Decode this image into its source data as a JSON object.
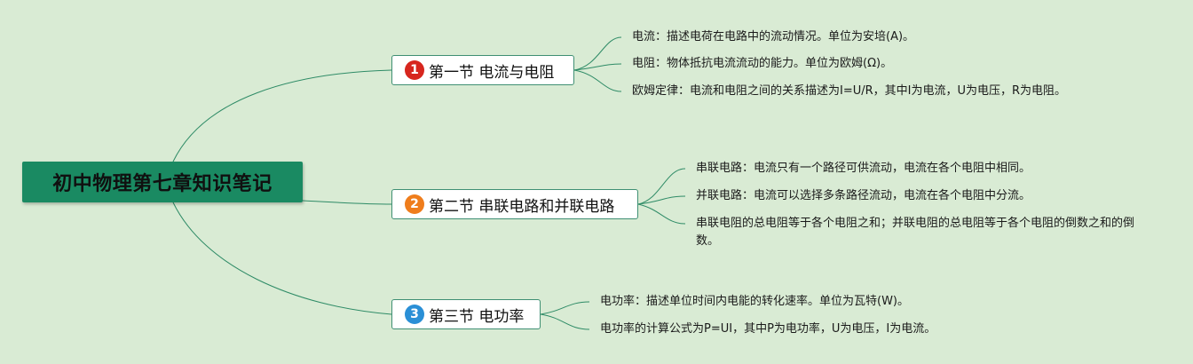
{
  "root": {
    "title": "初中物理第七章知识笔记"
  },
  "colors": {
    "background": "#d9ebd4",
    "root_fill": "#1a8a62",
    "connector": "#2e8b66",
    "badge_1": "#d7261e",
    "badge_2": "#ef7d1c",
    "badge_3": "#2a8fd6"
  },
  "sections": [
    {
      "number": "1",
      "title": "第一节 电流与电阻",
      "notes": [
        "电流：描述电荷在电路中的流动情况。单位为安培(A)。",
        "电阻：物体抵抗电流流动的能力。单位为欧姆(Ω)。",
        "欧姆定律：电流和电阻之间的关系描述为I=U/R，其中I为电流，U为电压，R为电阻。"
      ]
    },
    {
      "number": "2",
      "title": "第二节 串联电路和并联电路",
      "notes": [
        "串联电路：电流只有一个路径可供流动，电流在各个电阻中相同。",
        "并联电路：电流可以选择多条路径流动，电流在各个电阻中分流。",
        "串联电阻的总电阻等于各个电阻之和；并联电阻的总电阻等于各个电阻的倒数之和的倒数。"
      ]
    },
    {
      "number": "3",
      "title": "第三节 电功率",
      "notes": [
        "电功率：描述单位时间内电能的转化速率。单位为瓦特(W)。",
        "电功率的计算公式为P=UI，其中P为电功率，U为电压，I为电流。"
      ]
    }
  ]
}
